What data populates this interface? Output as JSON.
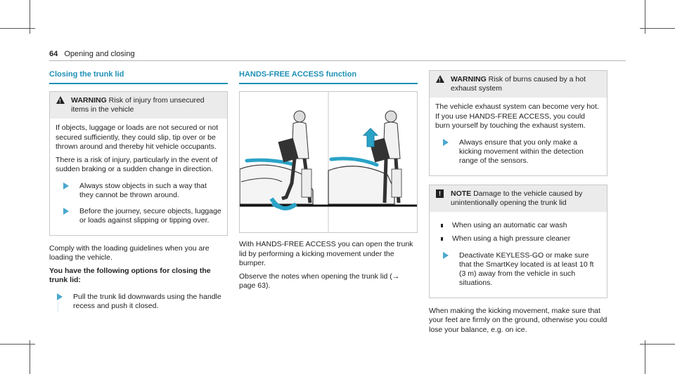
{
  "header": {
    "page_number": "64",
    "title": "Opening and closing"
  },
  "col1": {
    "title": "Closing the trunk lid",
    "warning": {
      "label": "WARNING",
      "text": "Risk of injury from unsecured items in the vehicle",
      "p1": "If objects, luggage or loads are not secured or not secured sufficiently, they could slip, tip over or be thrown around and thereby hit vehicle occupants.",
      "p2": "There is a risk of injury, particularly in the event of sudden braking or a sudden change in direction.",
      "step1": "Always stow objects in such a way that they cannot be thrown around.",
      "step2": "Before the journey, secure objects, luggage or loads against slipping or tipping over."
    },
    "p1": "Comply with the loading guidelines when you are loading the vehicle.",
    "options_heading": "You have the following options for closing the trunk lid:",
    "step": "Pull the trunk lid downwards using the handle recess and push it closed."
  },
  "col2": {
    "title": "HANDS-FREE ACCESS function",
    "p1": "With HANDS-FREE ACCESS you can open the trunk lid by performing a kicking movement under the bumper.",
    "p2": "Observe the notes when opening the trunk lid (→ page 63)."
  },
  "col3": {
    "warning": {
      "label": "WARNING",
      "text": "Risk of burns caused by a hot exhaust system",
      "p1": "The vehicle exhaust system can become very hot. If you use HANDS-FREE ACCESS, you could burn yourself by touching the exhaust system.",
      "step": "Always ensure that you only make a kicking movement within the detection range of the sensors."
    },
    "note": {
      "label": "NOTE",
      "text": "Damage to the vehicle caused by unintentionally opening the trunk lid",
      "bullet1": "When using an automatic car wash",
      "bullet2": "When using a high pressure cleaner",
      "step": "Deactivate KEYLESS-GO or make sure that the SmartKey located is at least 10 ft (3 m) away from the vehicle in such situations."
    },
    "p1": "When making the kicking movement, make sure that your feet are firmly on the ground, otherwise you could lose your balance, e.g. on ice."
  },
  "colors": {
    "accent": "#1e8fb5",
    "arrow": "#4aa8cf"
  }
}
